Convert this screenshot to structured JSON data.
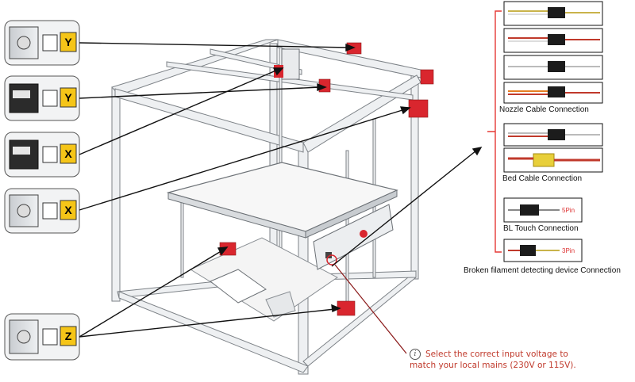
{
  "left_components": [
    {
      "kind": "stepper-motor",
      "axis_label": "Y"
    },
    {
      "kind": "endstop-switch",
      "axis_label": "Y"
    },
    {
      "kind": "endstop-switch",
      "axis_label": "X"
    },
    {
      "kind": "stepper-motor",
      "axis_label": "X"
    },
    {
      "kind": "stepper-motor",
      "axis_label": "Z"
    }
  ],
  "connections": {
    "nozzle_caption": "Nozzle Cable Connection",
    "bed_caption": "Bed Cable Connection",
    "bltouch_caption": "BL Touch  Connection",
    "bltouch_pins": "5Pin",
    "filament_caption": "Broken filament detecting device Connection",
    "filament_pins": "3Pin"
  },
  "voltage_note": {
    "line1": "Select the correct input voltage to",
    "line2": "match your local mains (230V or 115V)."
  },
  "colors": {
    "badge_fill": "#f5c518",
    "accent_red": "#d9262e",
    "frame_gray": "#8a8f94",
    "bracket_red": "#e53935"
  },
  "icons": [
    "info-icon"
  ]
}
